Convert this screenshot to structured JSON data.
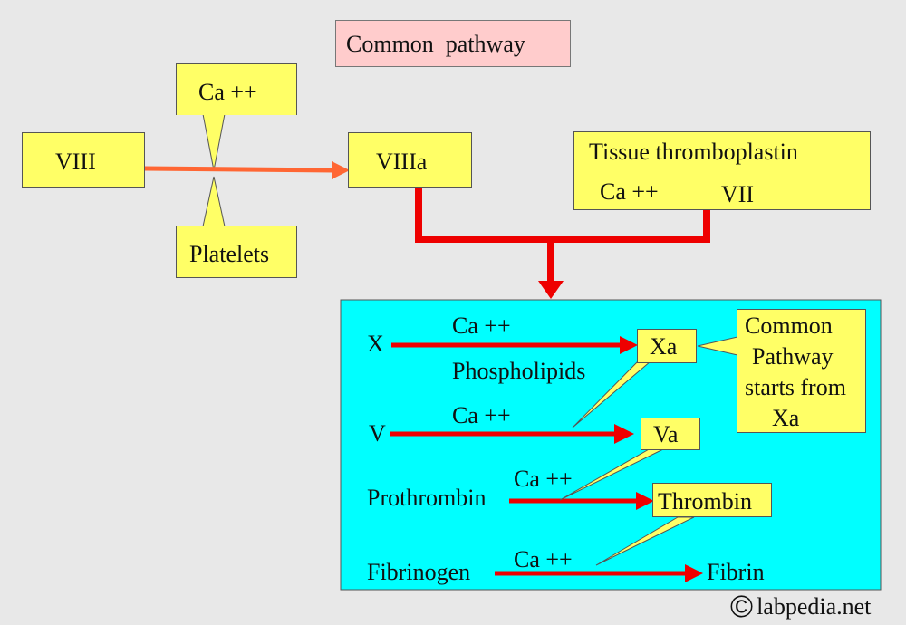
{
  "title": "Common  pathway",
  "top": {
    "factor": "VIII",
    "cofactor_top": "Ca ++",
    "cofactor_bottom": "Platelets",
    "activated": "VIIIa",
    "tissue_box": {
      "line1": "Tissue thromboplastin",
      "calcium": "Ca ++",
      "factor": "VII"
    }
  },
  "cascade": {
    "rows": [
      {
        "from": "X",
        "cofactor": "Ca ++",
        "extra": "Phospholipids",
        "to": "Xa"
      },
      {
        "from": "V",
        "cofactor": "Ca ++",
        "to": "Va"
      },
      {
        "from": "Prothrombin",
        "cofactor": "Ca ++",
        "to": "Thrombin"
      },
      {
        "from": "Fibrinogen",
        "cofactor": "Ca ++",
        "to": "Fibrin"
      }
    ],
    "note": [
      "Common",
      "Pathway",
      "starts from",
      "Xa"
    ]
  },
  "watermark": {
    "symbol": "©",
    "text": "labpedia.net"
  },
  "colors": {
    "background": "#e8e8e8",
    "title_box": "#ffcccc",
    "yellow": "#ffff66",
    "cyan_panel": "#00ffff",
    "arrow_red": "#ff0000",
    "arrow_orange": "#ff6633"
  }
}
